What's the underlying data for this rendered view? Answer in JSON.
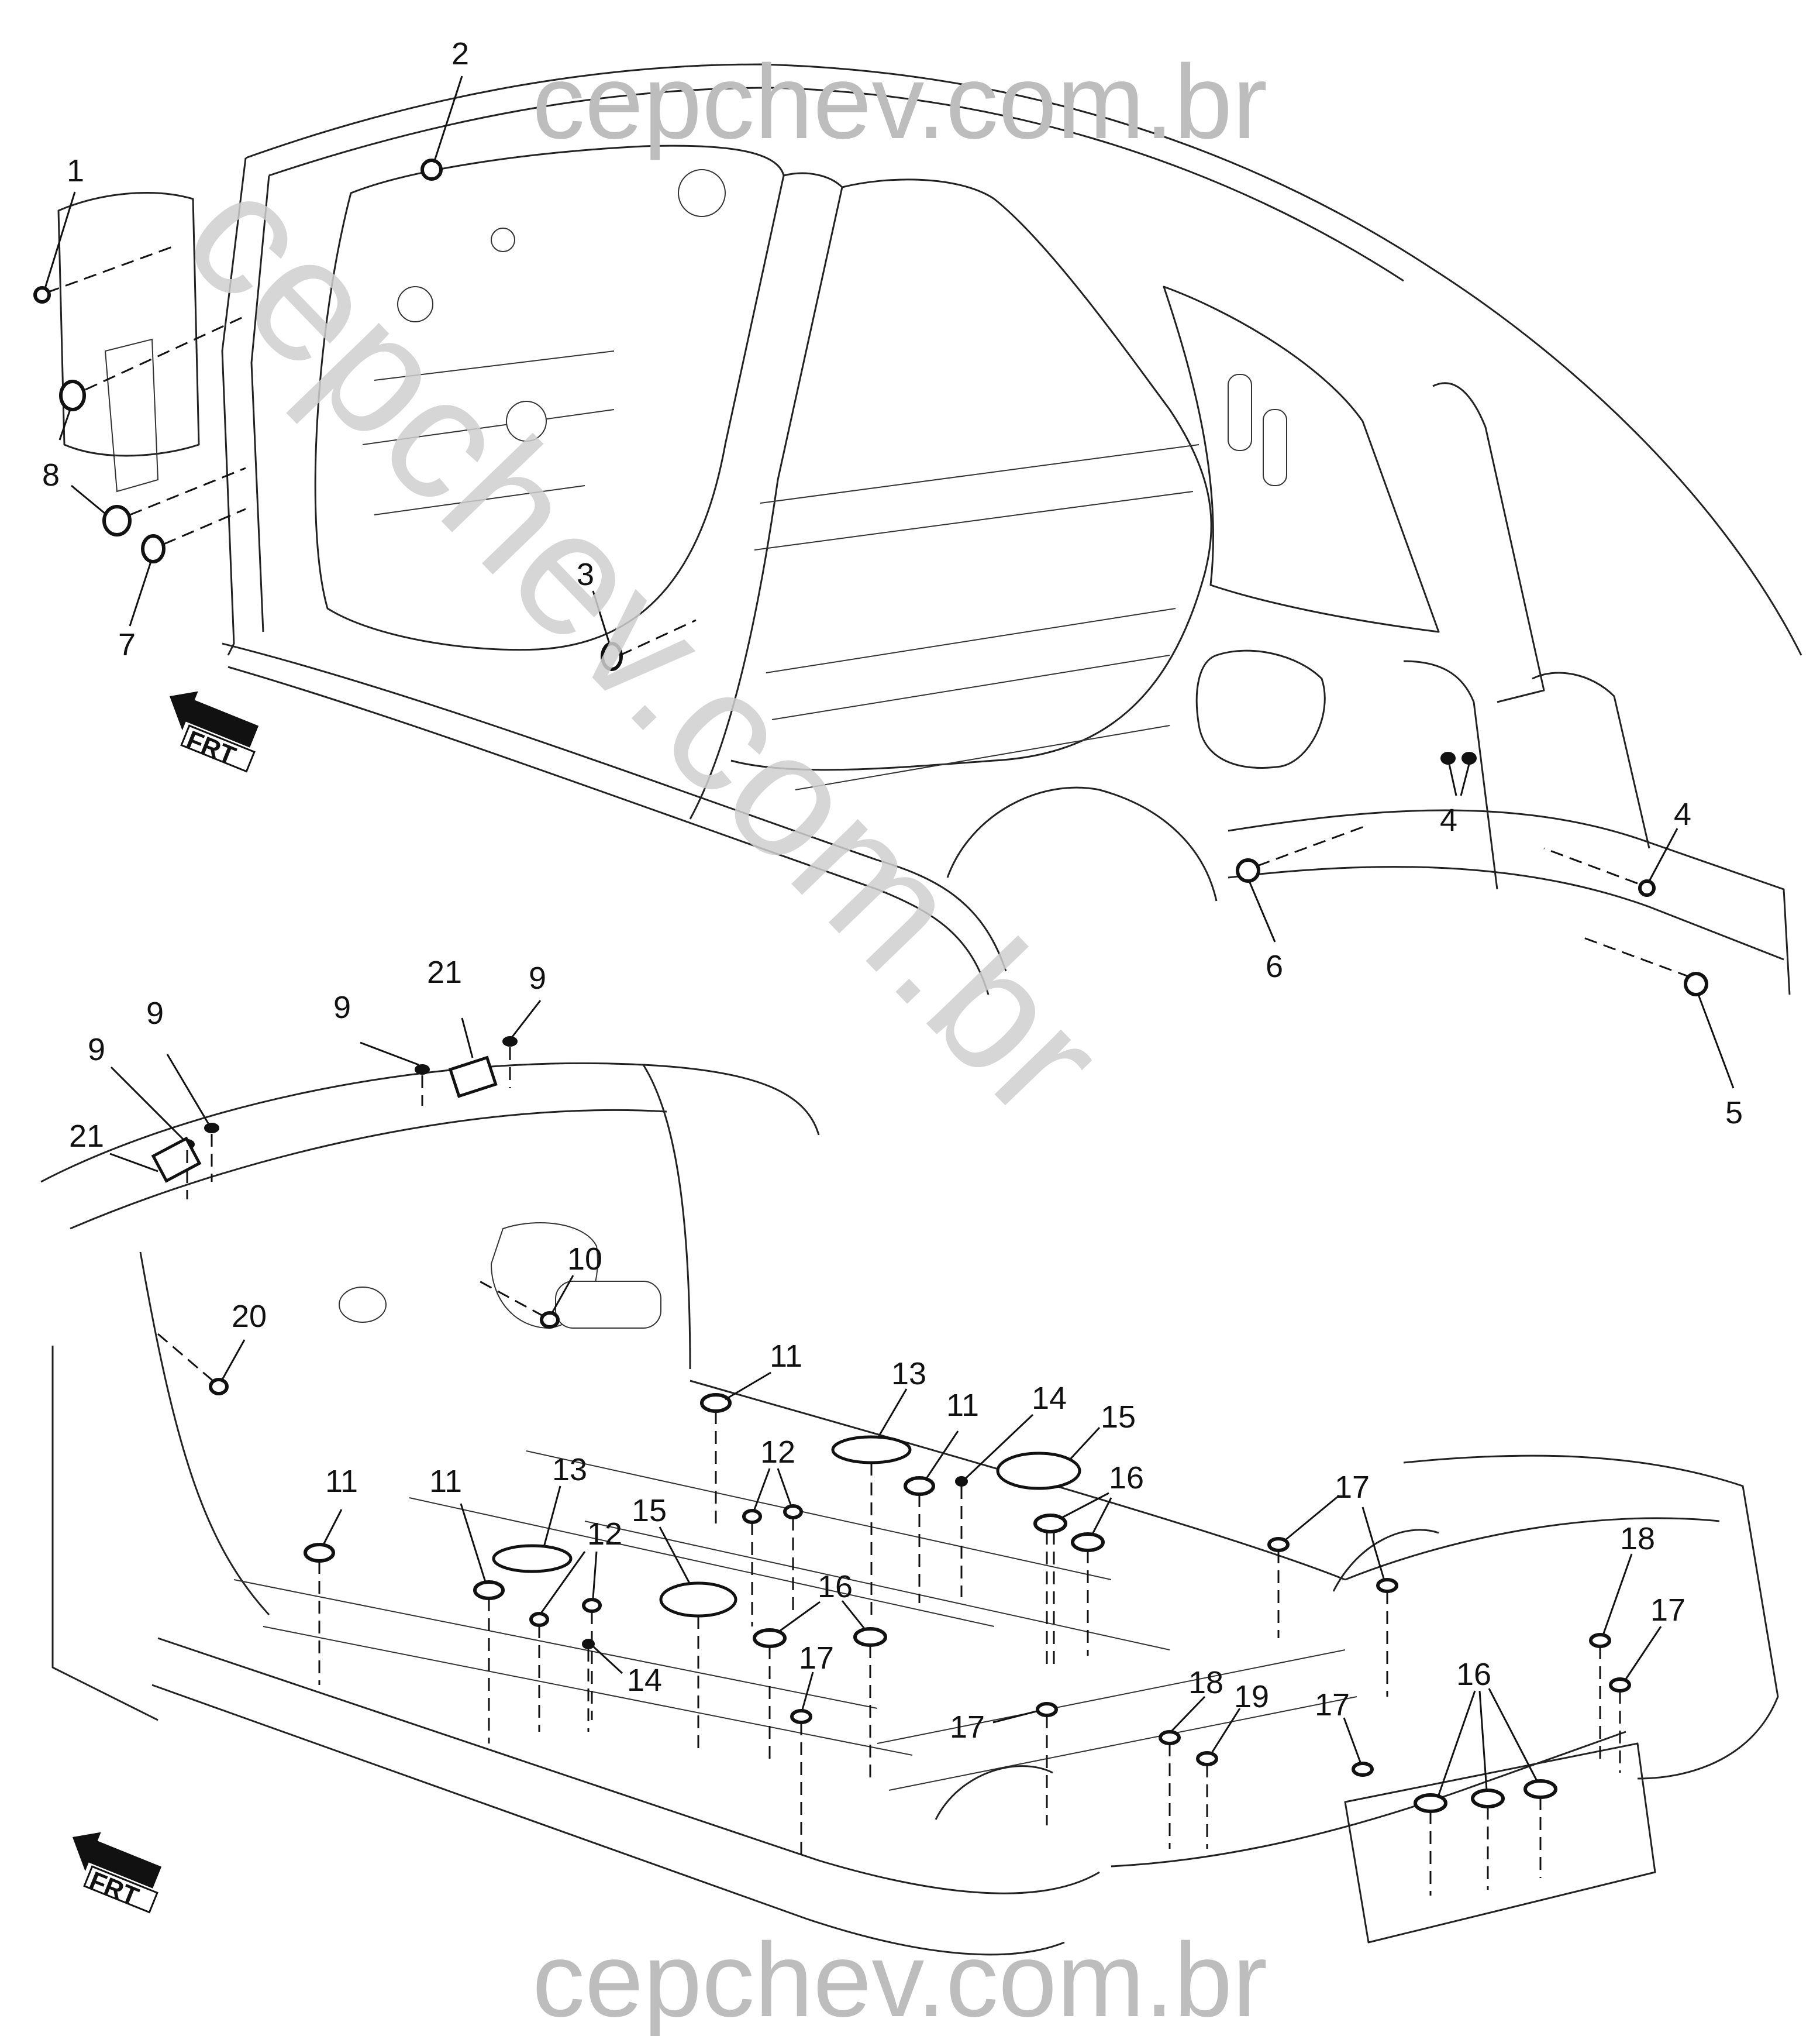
{
  "watermark": {
    "top": "cepchev.com.br",
    "bottom": "cepchev.com.br",
    "diagonal": "cepchev.com.br"
  },
  "front_indicator": {
    "label": "FRT"
  },
  "callouts": {
    "c1": "1",
    "c2": "2",
    "c3": "3",
    "c4a": "4",
    "c4b": "4",
    "c5": "5",
    "c6": "6",
    "c7": "7",
    "c8": "8",
    "c9a": "9",
    "c9b": "9",
    "c9c": "9",
    "c9d": "9",
    "c10": "10",
    "c11a": "11",
    "c11b": "11",
    "c11c": "11",
    "c11d": "11",
    "c12a": "12",
    "c12b": "12",
    "c13a": "13",
    "c13b": "13",
    "c14a": "14",
    "c14b": "14",
    "c15a": "15",
    "c15b": "15",
    "c16a": "16",
    "c16b": "16",
    "c16c": "16",
    "c17a": "17",
    "c17b": "17",
    "c17c": "17",
    "c17d": "17",
    "c17e": "17",
    "c18a": "18",
    "c18b": "18",
    "c19": "19",
    "c20": "20",
    "c21a": "21",
    "c21b": "21"
  }
}
